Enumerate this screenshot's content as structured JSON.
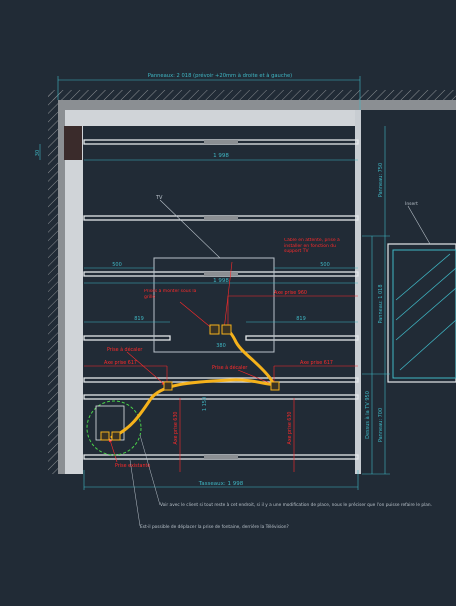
{
  "labels": {
    "panneaux_top": "Panneaux: 2 018 (prévoir +20mm à droite et à gauche)",
    "dim_1998_top": "1 998",
    "dim_1998_tv": "1 998",
    "dim_1998_bottom": "Tasseaux: 1 998",
    "dim_30": "30",
    "dim_500_left": "500",
    "dim_500_right": "500",
    "dim_819_left": "819",
    "dim_819_right": "819",
    "dim_380": "380",
    "tv_label": "TV",
    "insert_label": "Insert",
    "panneau_750": "Panneau: 750",
    "panneau_1018": "Panneau: 1 018",
    "panneau_700": "Panneau: 700",
    "dessus_tv": "Dessus à la TV 950",
    "axe_prise_960": "Axe prise 960",
    "axe_prise_617_left": "Axe prise 617",
    "axe_prise_617_right": "Axe prise 617",
    "axe_prise_630_left": "Axe prise 630",
    "axe_prise_630_right": "Axe prise 630",
    "dim_1150": "1 150",
    "note_prise_tv": "Câble en attente, prise à installer en fonction du support TV",
    "note_prise_montee": "Prises à monter sous la grille",
    "note_prise_decaler_left": "Prise à décaler",
    "note_prise_decaler_right": "Prise à décaler",
    "note_fontaine": "Prise existante",
    "note_client": "Voir avec le client si tout reste à cet endroit, si il y a une modification de place, nous le préciser que l'on puisse refaire le plan.",
    "note_question": "Est-il possible de déplacer la prise de fontaine, derrière la Télévision?"
  },
  "colors": {
    "background": "#212b36",
    "dimension": "#3fb7c4",
    "annotation": "#ff2a2a",
    "cable": "#f5b21b",
    "shelf": "#e3e7ea",
    "wall": "#8b8f93"
  }
}
